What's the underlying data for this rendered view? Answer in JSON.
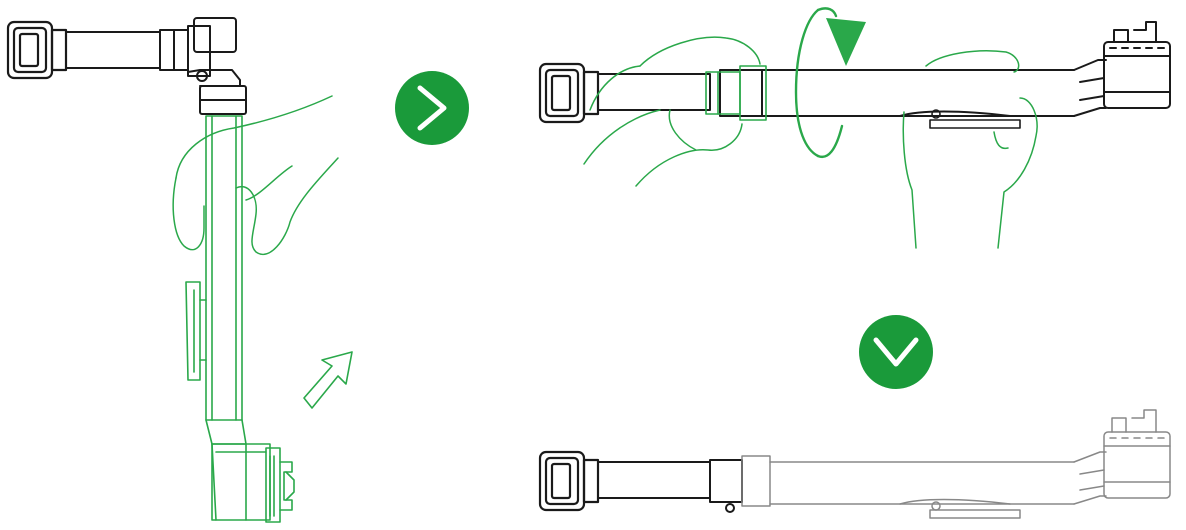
{
  "colors": {
    "accent": "#1a9a3a",
    "line_green": "#2aa84a",
    "ink": "#1a1a1a",
    "grey": "#888888",
    "background": "#ffffff"
  },
  "steps": [
    {
      "icon": "arm-folded-vertical-with-hand"
    },
    {
      "icon": "arm-extended-hands-rotate-collar"
    },
    {
      "icon": "arm-extended-locked"
    }
  ],
  "arrows": [
    {
      "icon": "chevron-right-icon",
      "direction": "right"
    },
    {
      "icon": "chevron-down-icon",
      "direction": "down"
    },
    {
      "icon": "rotate-arrow-icon",
      "direction": "clockwise"
    },
    {
      "icon": "outline-arrow-icon",
      "direction": "up-right"
    }
  ]
}
